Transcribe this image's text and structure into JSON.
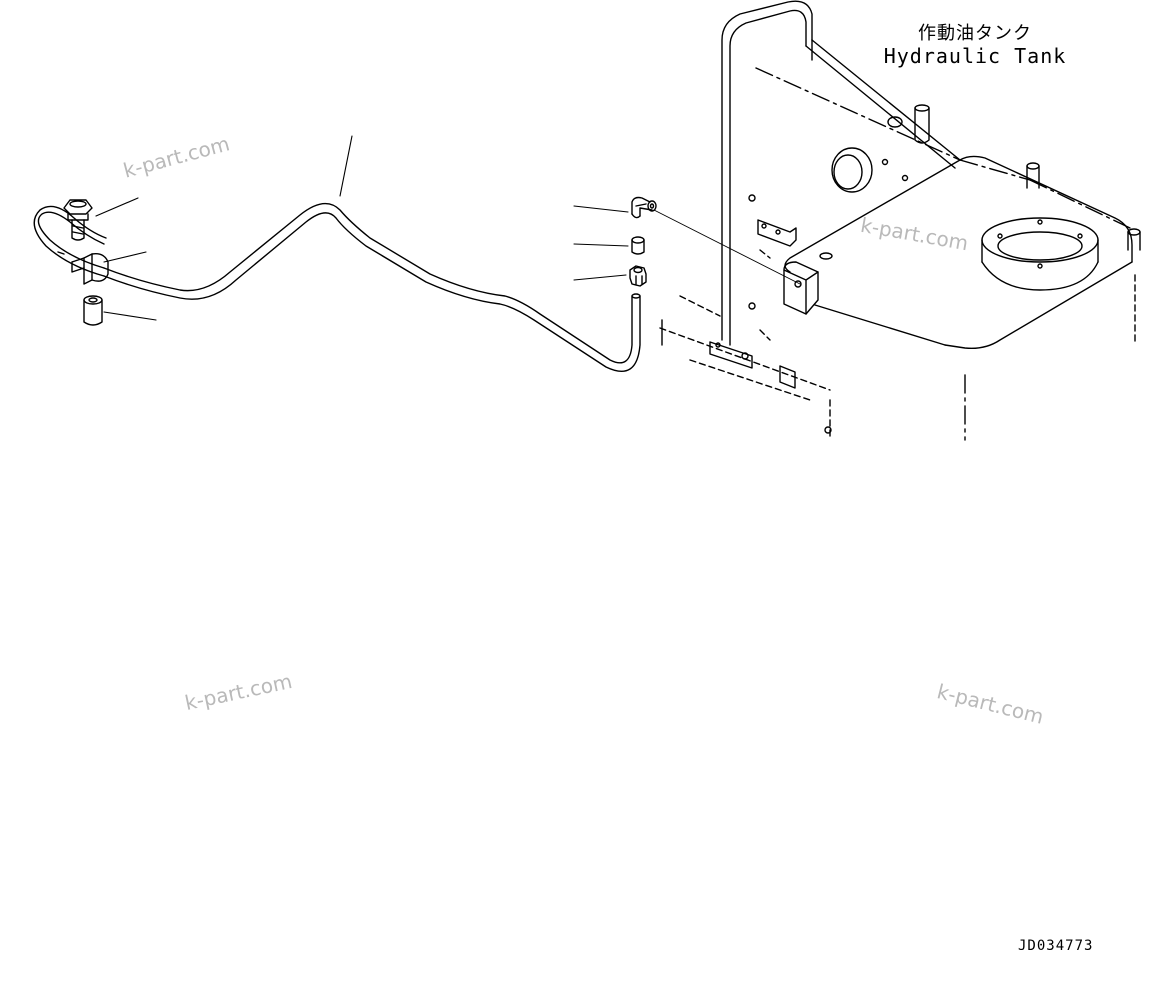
{
  "tank_label": {
    "japanese": "作動油タンク",
    "english": "Hydraulic Tank"
  },
  "drawing_id": "JD034773",
  "watermarks": [
    "k-part.com",
    "k-part.com",
    "k-part.com",
    "k-part.com"
  ],
  "line_color": "#000000",
  "watermark_color": "#b9b9b9"
}
